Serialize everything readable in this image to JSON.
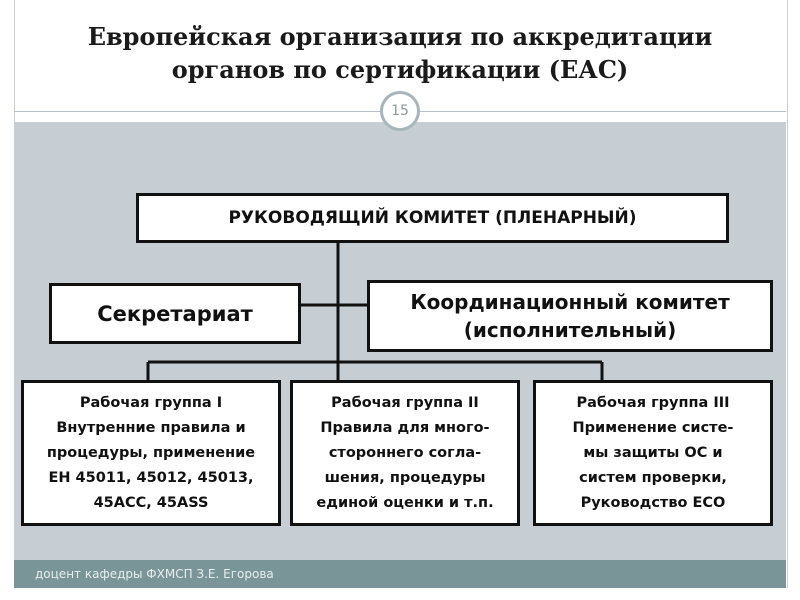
{
  "slide": {
    "title_line1": "Европейская организация по аккредитации",
    "title_line2": "органов по сертификации (ЕАС)",
    "number": "15",
    "footer": "доцент кафедры ФХМСП З.Е. Егорова"
  },
  "diagram": {
    "top_box": "РУКОВОДЯЩИЙ КОМИТЕТ (ПЛЕНАРНЫЙ)",
    "secretariat": "Секретариат",
    "coordination": {
      "line1": "Координационный комитет",
      "line2": "(исполнительный)"
    },
    "working_groups": [
      {
        "lines": [
          "Рабочая группа I",
          "Внутренние правила и",
          "процедуры, применение",
          "ЕН 45011, 45012, 45013,",
          "45АСС, 45ASS"
        ]
      },
      {
        "lines": [
          "Рабочая группа II",
          "Правила для много-",
          "стороннего согла-",
          "шения, процедуры",
          "единой оценки и т.п."
        ]
      },
      {
        "lines": [
          "Рабочая группа III",
          "Применение систе-",
          "мы защиты ОС и",
          "систем проверки,",
          "Руководство ЕСО"
        ]
      }
    ],
    "colors": {
      "content_bg": "#c7ced3",
      "footer_bg": "#7a9598",
      "box_border": "#111111"
    }
  }
}
